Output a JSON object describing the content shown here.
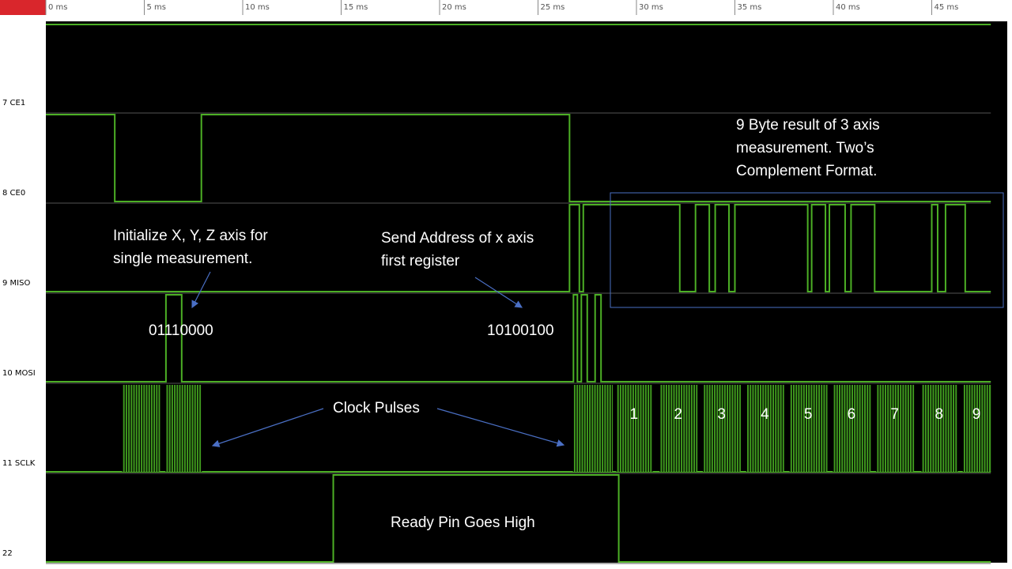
{
  "chart_data": {
    "type": "timing-diagram",
    "x_unit": "ms",
    "x_range": [
      0,
      48
    ],
    "x_ticks": [
      "0 ms",
      "5 ms",
      "10 ms",
      "15 ms",
      "20 ms",
      "25 ms",
      "30 ms",
      "35 ms",
      "40 ms",
      "45 ms"
    ],
    "x_tick_values": [
      0,
      5,
      10,
      15,
      20,
      25,
      30,
      35,
      40,
      45
    ],
    "channels": [
      {
        "label": "7 CE1",
        "key": "ce1",
        "initial": 1,
        "edges": []
      },
      {
        "label": "8 CE0",
        "key": "ce0",
        "initial": 1,
        "edges": [
          3.5,
          7.9,
          26.6
        ]
      },
      {
        "label": "9 MISO",
        "key": "miso",
        "initial": 0,
        "edges": [
          26.6,
          27.1,
          27.3,
          32.2,
          33.0,
          33.7,
          34.0,
          34.7,
          35.0,
          38.7,
          38.9,
          39.6,
          39.8,
          40.6,
          40.9,
          42.1,
          45.0,
          45.3,
          45.7,
          46.7
        ]
      },
      {
        "label": "10 MOSI",
        "key": "mosi",
        "initial": 0,
        "edges": [
          6.1,
          6.9,
          26.8,
          27.0,
          27.2,
          27.5,
          27.9,
          28.2
        ]
      },
      {
        "label": "11 SCLK",
        "key": "sclk",
        "initial": 0,
        "bursts": [
          [
            3.9,
            5.8
          ],
          [
            6.1,
            7.9
          ],
          [
            26.8,
            28.8
          ],
          [
            29.0,
            30.8
          ],
          [
            31.2,
            33.1
          ],
          [
            33.4,
            35.3
          ],
          [
            35.6,
            37.5
          ],
          [
            37.8,
            39.7
          ],
          [
            40.0,
            41.9
          ],
          [
            42.2,
            44.1
          ],
          [
            44.5,
            46.3
          ],
          [
            46.6,
            48.0
          ]
        ]
      },
      {
        "label": "22",
        "key": "ready",
        "initial": 0,
        "edges": [
          14.6,
          29.1
        ]
      }
    ]
  },
  "annotations": {
    "init": "Initialize X, Y, Z axis for\nsingle measurement.",
    "init_byte": "01110000",
    "send_addr": "Send Address of x axis\nfirst register",
    "addr_byte": "10100100",
    "result": "9 Byte result of 3 axis\nmeasurement. Two’s\nComplement Format.",
    "clock": "Clock Pulses",
    "ready": "Ready Pin Goes High",
    "byte_numbers": [
      "1",
      "2",
      "3",
      "4",
      "5",
      "6",
      "7",
      "8",
      "9"
    ]
  },
  "colors": {
    "trace": "#4caf25",
    "trace_fill": "#3f9a1e",
    "arrow": "#4a6fc4",
    "result_box": "#4a6fc4",
    "background": "#000000",
    "marker": "#d9262c"
  }
}
